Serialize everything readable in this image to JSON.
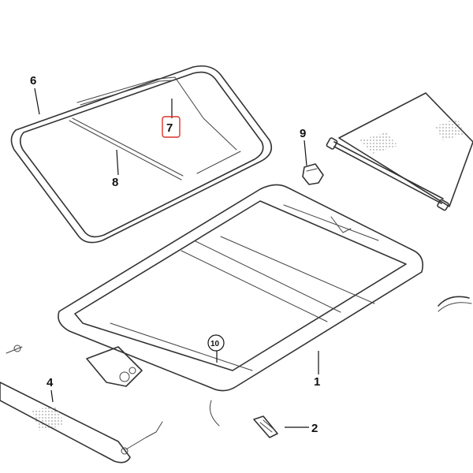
{
  "diagram": {
    "callouts": [
      {
        "id": "c1",
        "label": "1"
      },
      {
        "id": "c2",
        "label": "2"
      },
      {
        "id": "c4",
        "label": "4"
      },
      {
        "id": "c6",
        "label": "6"
      },
      {
        "id": "c7",
        "label": "7",
        "highlighted": true
      },
      {
        "id": "c8",
        "label": "8"
      },
      {
        "id": "c9",
        "label": "9"
      },
      {
        "id": "c10",
        "label": "10",
        "circled": true
      }
    ],
    "colors": {
      "line": "#333333",
      "highlight": "#d9342b",
      "background": "#ffffff"
    }
  }
}
